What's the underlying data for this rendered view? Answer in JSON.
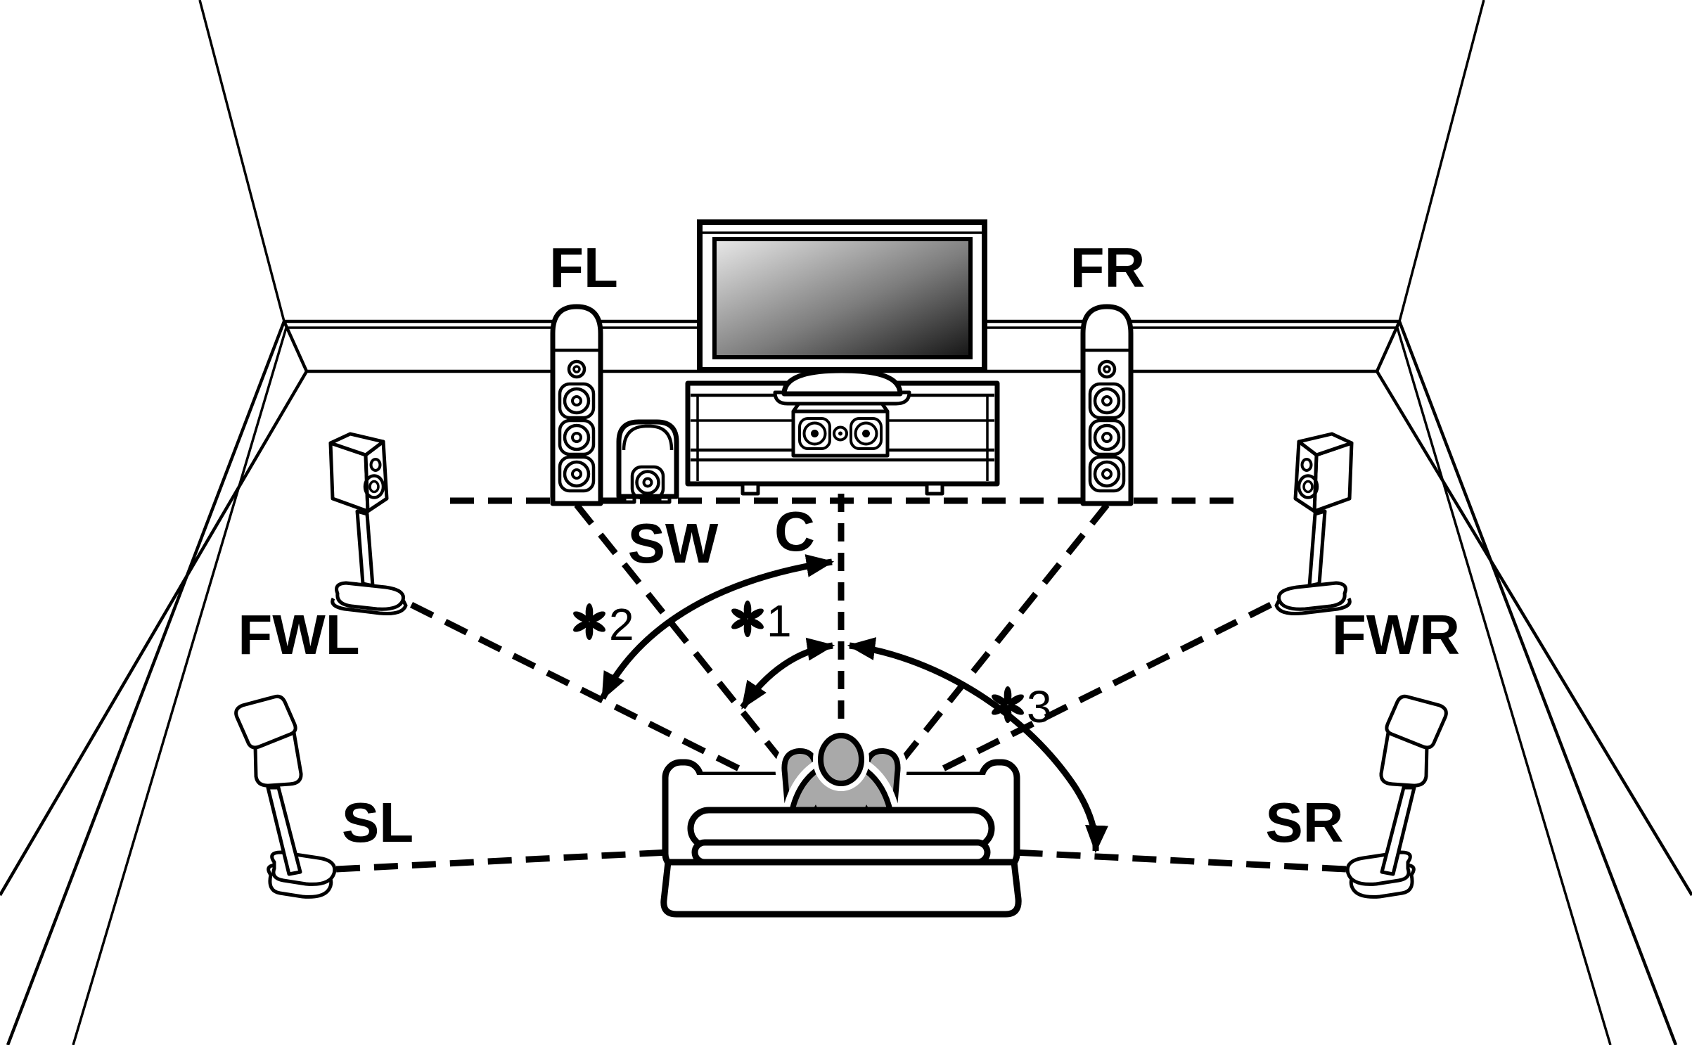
{
  "diagram": {
    "title": "surround-speaker-placement-diagram",
    "labels": {
      "front_left": "FL",
      "front_right": "FR",
      "subwoofer": "SW",
      "center": "C",
      "front_wide_left": "FWL",
      "front_wide_right": "FWR",
      "surround_left": "SL",
      "surround_right": "SR"
    },
    "annotations": {
      "marker_symbol": "✻",
      "a1": {
        "num": "1"
      },
      "a2": {
        "num": "2"
      },
      "a3": {
        "num": "3"
      }
    },
    "colors": {
      "line": "#000000",
      "background": "#ffffff",
      "person": "#a9a9a9",
      "screen_top": "#e9e9e9",
      "screen_mid": "#7d7d7d",
      "screen_bottom": "#141414"
    }
  }
}
